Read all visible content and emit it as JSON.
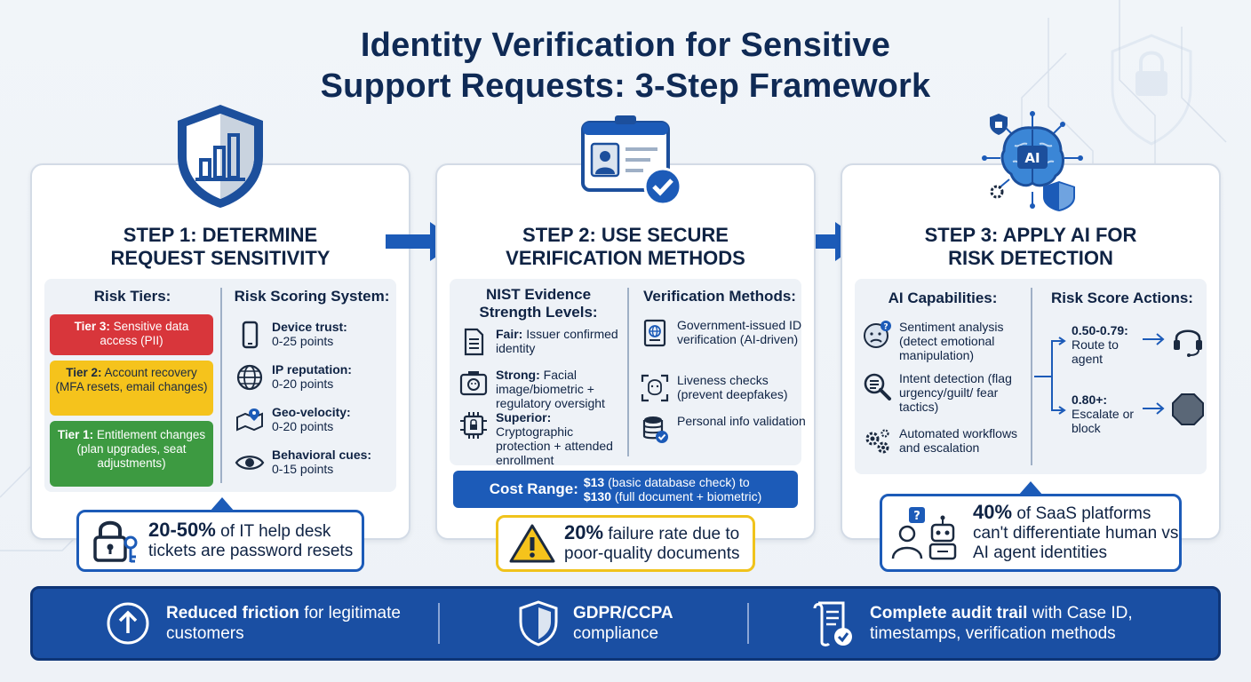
{
  "title": {
    "line1": "Identity Verification for Sensitive",
    "line2": "Support Requests: 3-Step Framework"
  },
  "steps": [
    {
      "title_line1": "STEP 1: DETERMINE",
      "title_line2": "REQUEST SENSITIVITY",
      "icon": "shield-chart-icon",
      "left_header": "Risk Tiers:",
      "tiers": [
        {
          "label": "Tier 3:",
          "text": "Sensitive data access (PII)",
          "color": "#d8363b"
        },
        {
          "label": "Tier 2:",
          "text": "Account recovery (MFA resets, email changes)",
          "color": "#f5c31c"
        },
        {
          "label": "Tier 1:",
          "text": "Entitlement changes (plan upgrades, seat adjustments)",
          "color": "#3d9a41"
        }
      ],
      "right_header": "Risk Scoring System:",
      "scoring": [
        {
          "name": "Device trust:",
          "points": "0-25 points",
          "icon": "smartphone-icon"
        },
        {
          "name": "IP reputation:",
          "points": "0-20 points",
          "icon": "globe-icon"
        },
        {
          "name": "Geo-velocity:",
          "points": "0-20 points",
          "icon": "map-route-icon"
        },
        {
          "name": "Behavioral cues:",
          "points": "0-15 points",
          "icon": "eye-icon"
        }
      ],
      "callout": {
        "stat": "20-50%",
        "text": "of IT help desk tickets are password resets",
        "icon": "padlock-key-icon"
      }
    },
    {
      "title_line1": "STEP 2: USE SECURE",
      "title_line2": "VERIFICATION METHODS",
      "icon": "id-badge-check-icon",
      "left_header_line1": "NIST Evidence",
      "left_header_line2": "Strength Levels:",
      "levels": [
        {
          "label": "Fair:",
          "text": "Issuer confirmed identity",
          "icon": "document-icon"
        },
        {
          "label": "Strong:",
          "text": "Facial image/biometric + regulatory oversight",
          "icon": "camera-face-icon"
        },
        {
          "label": "Superior:",
          "text": "Cryptographic protection + attended enrollment",
          "icon": "chip-lock-icon"
        }
      ],
      "right_header": "Verification Methods:",
      "methods": [
        {
          "text": "Government-issued ID verification (AI-driven)",
          "icon": "passport-icon"
        },
        {
          "text": "Liveness checks (prevent deepfakes)",
          "icon": "face-scan-icon"
        },
        {
          "text": "Personal info validation",
          "icon": "database-check-icon"
        }
      ],
      "cost": {
        "label": "Cost Range:",
        "low": "$13",
        "low_note": "(basic database check) to",
        "high": "$130",
        "high_note": "(full document + biometric)"
      },
      "callout": {
        "stat": "20%",
        "text": "failure rate due to poor-quality documents",
        "icon": "warning-icon"
      }
    },
    {
      "title_line1": "STEP 3: APPLY AI FOR",
      "title_line2": "RISK DETECTION",
      "icon": "ai-brain-icon",
      "left_header": "AI Capabilities:",
      "capabilities": [
        {
          "text": "Sentiment analysis (detect emotional manipulation)",
          "icon": "worried-face-icon"
        },
        {
          "text": "Intent detection (flag urgency/guilt/ fear tactics)",
          "icon": "magnifier-icon"
        },
        {
          "text": "Automated workflows and escalation",
          "icon": "gears-icon"
        }
      ],
      "right_header": "Risk Score Actions:",
      "actions": [
        {
          "range": "0.50-0.79:",
          "action": "Route to agent",
          "icon": "headset-icon"
        },
        {
          "range": "0.80+:",
          "action": "Escalate or block",
          "icon": "stop-octagon-icon"
        }
      ],
      "callout": {
        "stat": "40%",
        "text": "of SaaS platforms can't differentiate human vs AI agent identities",
        "icon": "human-robot-icon"
      }
    }
  ],
  "benefits": [
    {
      "bold": "Reduced friction",
      "text": "for legitimate customers",
      "icon": "up-arrow-circle-icon"
    },
    {
      "bold": "GDPR/CCPA",
      "text": "compliance",
      "icon": "shield-icon"
    },
    {
      "bold": "Complete audit trail",
      "text": "with Case ID, timestamps, verification methods",
      "icon": "audit-scroll-icon"
    }
  ],
  "colors": {
    "navy": "#0f2344",
    "blue": "#1c5bb8",
    "banner": "#1a4fa3",
    "red": "#d8363b",
    "yellow": "#f5c31c",
    "green": "#3d9a41"
  }
}
